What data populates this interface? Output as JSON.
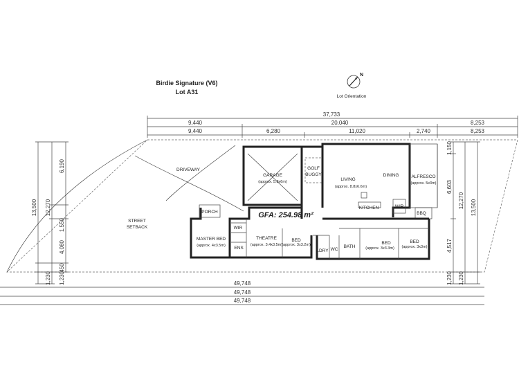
{
  "title": "Birdie Signature (V6)",
  "lot": "Lot A31",
  "orientation": {
    "label": "Lot Orientation",
    "north": "N"
  },
  "gfa": "GFA: 254.98 m²",
  "top_dims": {
    "overall": "37,733",
    "row2": [
      "9,440",
      "20,040",
      "8,253"
    ],
    "row3": [
      "9,440",
      "6,280",
      "11,020",
      "2,740",
      "8,253"
    ]
  },
  "bottom_dims": [
    "49,748",
    "49,748",
    "49,748"
  ],
  "left_dims": {
    "outer": "13,500",
    "mid": "12,270",
    "inner": [
      "6,190",
      "1,550",
      "4,080"
    ],
    "small": [
      "450",
      "1,230",
      "1,230"
    ]
  },
  "right_dims": {
    "outer": "13,500",
    "mid": "12,270",
    "inner": [
      "1,150",
      "6,603",
      "4,517"
    ],
    "small": [
      "1,230",
      "1,230"
    ]
  },
  "areas": {
    "driveway": "DRIVEWAY",
    "street": "STREET",
    "setback": "SETBACK"
  },
  "rooms": {
    "garage": {
      "name": "GARAGE",
      "size": "(approx. 5.8x6m)"
    },
    "golf": {
      "name": "GOLF",
      "name2": "BUGGY"
    },
    "living": {
      "name": "LIVING",
      "size": "(approx. 8.8x6.6m)"
    },
    "dining": {
      "name": "DINING"
    },
    "alfresco": {
      "name": "ALFRESCO",
      "size": "(approx. 5x3m)"
    },
    "kitchen": {
      "name": "KITCHEN"
    },
    "wip": {
      "name": "WIP"
    },
    "bbq": {
      "name": "BBQ"
    },
    "porch": {
      "name": "PORCH"
    },
    "wir": {
      "name": "WIR"
    },
    "master": {
      "name": "MASTER BED",
      "size": "(approx. 4x3.5m)"
    },
    "ens": {
      "name": "ENS"
    },
    "theatre": {
      "name": "THEATRE",
      "size": "(approx. 3.4x3.5m)"
    },
    "bed1": {
      "name": "BED",
      "size": "(approx. 3x3.2m)"
    },
    "ldry": {
      "name": "LDRY"
    },
    "wc": {
      "name": "WC"
    },
    "bath": {
      "name": "BATH"
    },
    "bed2": {
      "name": "BED",
      "size": "(approx. 3x3.3m)"
    },
    "bed3": {
      "name": "BED",
      "size": "(approx. 3x3m)"
    }
  }
}
